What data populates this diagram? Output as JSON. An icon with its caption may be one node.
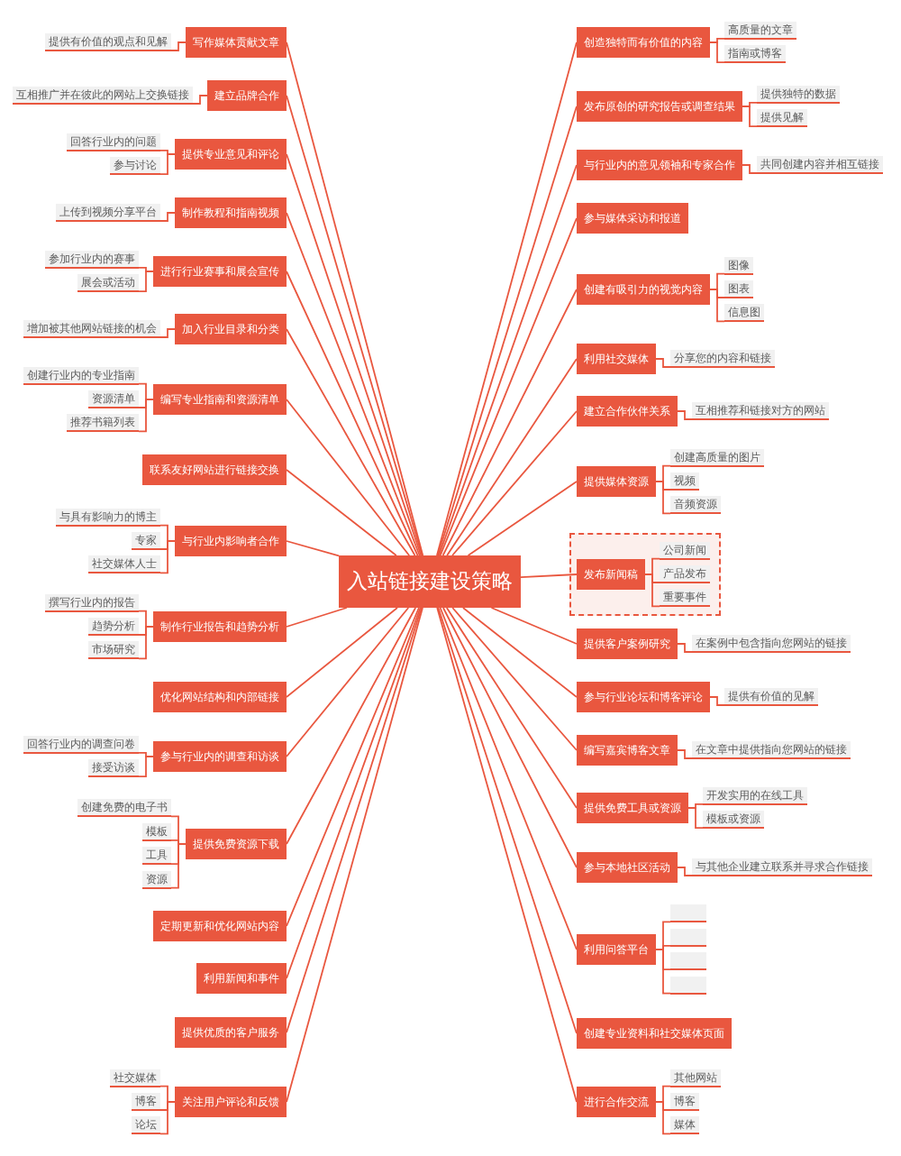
{
  "diagram": {
    "nodes": [
      {
        "text": [
          "入站链接建设策略"
        ]
      },
      {
        "text": [
          "写作媒体贡献文章"
        ]
      },
      {
        "text": [
          "提供有价值的观点和见解"
        ]
      },
      {
        "text": [
          "建立品牌合作"
        ]
      },
      {
        "text": [
          "互相推广并在彼此的网站上交换链接"
        ]
      },
      {
        "text": [
          "提供专业意见和评论"
        ]
      },
      {
        "text": [
          "回答行业内的问题"
        ]
      },
      {
        "text": [
          "参与讨论"
        ]
      },
      {
        "text": [
          "制作教程和指南视频"
        ]
      },
      {
        "text": [
          "上传到视频分享平台"
        ]
      },
      {
        "text": [
          "进行行业赛事和展会宣传"
        ]
      },
      {
        "text": [
          "参加行业内的赛事"
        ]
      },
      {
        "text": [
          "展会或活动"
        ]
      },
      {
        "text": [
          "加入行业目录和分类"
        ]
      },
      {
        "text": [
          "增加被其他网站链接的机会"
        ]
      },
      {
        "text": [
          "编写专业指南和资源清单"
        ]
      },
      {
        "text": [
          "创建行业内的专业指南"
        ]
      },
      {
        "text": [
          "资源清单"
        ]
      },
      {
        "text": [
          "推荐书籍列表"
        ]
      },
      {
        "text": [
          "联系友好网站进行链接交换"
        ]
      },
      {
        "text": [
          "与行业内影响者合作"
        ]
      },
      {
        "text": [
          "与具有影响力的博主"
        ]
      },
      {
        "text": [
          "专家"
        ]
      },
      {
        "text": [
          "社交媒体人士"
        ]
      },
      {
        "text": [
          "制作行业报告和趋势分析"
        ]
      },
      {
        "text": [
          "撰写行业内的报告"
        ]
      },
      {
        "text": [
          "趋势分析"
        ]
      },
      {
        "text": [
          "市场研究"
        ]
      },
      {
        "text": [
          "优化网站结构和内部链接"
        ]
      },
      {
        "text": [
          "参与行业内的调查和访谈"
        ]
      },
      {
        "text": [
          "回答行业内的调查问卷"
        ]
      },
      {
        "text": [
          "接受访谈"
        ]
      },
      {
        "text": [
          "提供免费资源下载"
        ]
      },
      {
        "text": [
          "创建免费的电子书"
        ]
      },
      {
        "text": [
          "模板"
        ]
      },
      {
        "text": [
          "工具"
        ]
      },
      {
        "text": [
          "资源"
        ]
      },
      {
        "text": [
          "定期更新和优化网站内容"
        ]
      },
      {
        "text": [
          "利用新闻和事件"
        ]
      },
      {
        "text": [
          "提供优质的客户服务"
        ]
      },
      {
        "text": [
          "关注用户评论和反馈"
        ]
      },
      {
        "text": [
          "社交媒体"
        ]
      },
      {
        "text": [
          "博客"
        ]
      },
      {
        "text": [
          "论坛"
        ]
      },
      {
        "text": [
          "创造独特而有价值的内容"
        ]
      },
      {
        "text": [
          "高质量的文章"
        ]
      },
      {
        "text": [
          "指南或博客"
        ]
      },
      {
        "text": [
          "发布原创的研究报告或调查结果"
        ]
      },
      {
        "text": [
          "提供独特的数据"
        ]
      },
      {
        "text": [
          "提供见解"
        ]
      },
      {
        "text": [
          "与行业内的意见领袖和专家合作"
        ]
      },
      {
        "text": [
          "共同创建内容并相互链接"
        ]
      },
      {
        "text": [
          "参与媒体采访和报道"
        ]
      },
      {
        "text": [
          "创建有吸引力的视觉内容"
        ]
      },
      {
        "text": [
          "图像"
        ]
      },
      {
        "text": [
          "图表"
        ]
      },
      {
        "text": [
          "信息图"
        ]
      },
      {
        "text": [
          "利用社交媒体"
        ]
      },
      {
        "text": [
          "分享您的内容和链接"
        ]
      },
      {
        "text": [
          "建立合作伙伴关系"
        ]
      },
      {
        "text": [
          "互相推荐和链接对方的网站"
        ]
      },
      {
        "text": [
          "提供媒体资源"
        ]
      },
      {
        "text": [
          "创建高质量的图片"
        ]
      },
      {
        "text": [
          "视频"
        ]
      },
      {
        "text": [
          "音频资源"
        ]
      },
      {
        "text": [],
        "shape": "box"
      },
      {
        "text": [
          "发布新闻稿"
        ],
        "in": 65
      },
      {
        "text": [
          "公司新闻"
        ],
        "in": 65
      },
      {
        "text": [
          "产品发布"
        ],
        "in": 65
      },
      {
        "text": [
          "重要事件"
        ],
        "in": 65
      },
      {
        "text": [
          "提供客户案例研究"
        ]
      },
      {
        "text": [
          "在案例中包含指向您网站的链接"
        ]
      },
      {
        "text": [
          "参与行业论坛和博客评论"
        ]
      },
      {
        "text": [
          "提供有价值的见解"
        ]
      },
      {
        "text": [
          "编写嘉宾博客文章"
        ]
      },
      {
        "text": [
          "在文章中提供指向您网站的链接"
        ]
      },
      {
        "text": [
          "提供免费工具或资源"
        ]
      },
      {
        "text": [
          "开发实用的在线工具"
        ]
      },
      {
        "text": [
          "模板或资源"
        ]
      },
      {
        "text": [
          "参与本地社区活动"
        ]
      },
      {
        "text": [
          "与其他企业建立联系并寻求合作链接"
        ]
      },
      {
        "text": [
          "利用问答平台"
        ]
      },
      {
        "text": [],
        "shape": "box"
      },
      {
        "text": [],
        "shape": "box"
      },
      {
        "text": [],
        "shape": "box"
      },
      {
        "text": [],
        "shape": "box"
      },
      {
        "text": [
          "创建专业资料和社交媒体页面"
        ]
      },
      {
        "text": [
          "进行合作交流"
        ]
      },
      {
        "text": [
          "其他网站"
        ]
      },
      {
        "text": [
          "博客"
        ]
      },
      {
        "text": [
          "媒体"
        ]
      }
    ],
    "edges": [
      {
        "from": 0,
        "to": 1,
        "arrow": "none"
      },
      {
        "from": 1,
        "to": 2,
        "arrow": "none"
      },
      {
        "from": 0,
        "to": 3,
        "arrow": "none"
      },
      {
        "from": 3,
        "to": 4,
        "arrow": "none"
      },
      {
        "from": 0,
        "to": 5,
        "arrow": "none"
      },
      {
        "from": 5,
        "to": 6,
        "arrow": "none"
      },
      {
        "from": 5,
        "to": 7,
        "arrow": "none"
      },
      {
        "from": 0,
        "to": 8,
        "arrow": "none"
      },
      {
        "from": 8,
        "to": 9,
        "arrow": "none"
      },
      {
        "from": 0,
        "to": 10,
        "arrow": "none"
      },
      {
        "from": 10,
        "to": 11,
        "arrow": "none"
      },
      {
        "from": 10,
        "to": 12,
        "arrow": "none"
      },
      {
        "from": 0,
        "to": 13,
        "arrow": "none"
      },
      {
        "from": 13,
        "to": 14,
        "arrow": "none"
      },
      {
        "from": 0,
        "to": 15,
        "arrow": "none"
      },
      {
        "from": 15,
        "to": 16,
        "arrow": "none"
      },
      {
        "from": 15,
        "to": 17,
        "arrow": "none"
      },
      {
        "from": 15,
        "to": 18,
        "arrow": "none"
      },
      {
        "from": 0,
        "to": 19,
        "arrow": "none"
      },
      {
        "from": 0,
        "to": 20,
        "arrow": "none"
      },
      {
        "from": 20,
        "to": 21,
        "arrow": "none"
      },
      {
        "from": 20,
        "to": 22,
        "arrow": "none"
      },
      {
        "from": 20,
        "to": 23,
        "arrow": "none"
      },
      {
        "from": 0,
        "to": 24,
        "arrow": "none"
      },
      {
        "from": 24,
        "to": 25,
        "arrow": "none"
      },
      {
        "from": 24,
        "to": 26,
        "arrow": "none"
      },
      {
        "from": 24,
        "to": 27,
        "arrow": "none"
      },
      {
        "from": 0,
        "to": 28,
        "arrow": "none"
      },
      {
        "from": 0,
        "to": 29,
        "arrow": "none"
      },
      {
        "from": 29,
        "to": 30,
        "arrow": "none"
      },
      {
        "from": 29,
        "to": 31,
        "arrow": "none"
      },
      {
        "from": 0,
        "to": 32,
        "arrow": "none"
      },
      {
        "from": 32,
        "to": 33,
        "arrow": "none"
      },
      {
        "from": 32,
        "to": 34,
        "arrow": "none"
      },
      {
        "from": 32,
        "to": 35,
        "arrow": "none"
      },
      {
        "from": 32,
        "to": 36,
        "arrow": "none"
      },
      {
        "from": 0,
        "to": 37,
        "arrow": "none"
      },
      {
        "from": 0,
        "to": 38,
        "arrow": "none"
      },
      {
        "from": 0,
        "to": 39,
        "arrow": "none"
      },
      {
        "from": 0,
        "to": 40,
        "arrow": "none"
      },
      {
        "from": 40,
        "to": 41,
        "arrow": "none"
      },
      {
        "from": 40,
        "to": 42,
        "arrow": "none"
      },
      {
        "from": 40,
        "to": 43,
        "arrow": "none"
      },
      {
        "from": 0,
        "to": 44,
        "arrow": "none"
      },
      {
        "from": 44,
        "to": 45,
        "arrow": "none"
      },
      {
        "from": 44,
        "to": 46,
        "arrow": "none"
      },
      {
        "from": 0,
        "to": 47,
        "arrow": "none"
      },
      {
        "from": 47,
        "to": 48,
        "arrow": "none"
      },
      {
        "from": 47,
        "to": 49,
        "arrow": "none"
      },
      {
        "from": 0,
        "to": 50,
        "arrow": "none"
      },
      {
        "from": 50,
        "to": 51,
        "arrow": "none"
      },
      {
        "from": 0,
        "to": 52,
        "arrow": "none"
      },
      {
        "from": 0,
        "to": 53,
        "arrow": "none"
      },
      {
        "from": 53,
        "to": 54,
        "arrow": "none"
      },
      {
        "from": 53,
        "to": 55,
        "arrow": "none"
      },
      {
        "from": 53,
        "to": 56,
        "arrow": "none"
      },
      {
        "from": 0,
        "to": 57,
        "arrow": "none"
      },
      {
        "from": 57,
        "to": 58,
        "arrow": "none"
      },
      {
        "from": 0,
        "to": 59,
        "arrow": "none"
      },
      {
        "from": 59,
        "to": 60,
        "arrow": "none"
      },
      {
        "from": 0,
        "to": 61,
        "arrow": "none"
      },
      {
        "from": 61,
        "to": 62,
        "arrow": "none"
      },
      {
        "from": 61,
        "to": 63,
        "arrow": "none"
      },
      {
        "from": 61,
        "to": 64,
        "arrow": "none"
      },
      {
        "from": 0,
        "to": 66,
        "arrow": "none"
      },
      {
        "from": 66,
        "to": 67,
        "arrow": "none"
      },
      {
        "from": 66,
        "to": 68,
        "arrow": "none"
      },
      {
        "from": 66,
        "to": 69,
        "arrow": "none"
      },
      {
        "from": 0,
        "to": 70,
        "arrow": "none"
      },
      {
        "from": 70,
        "to": 71,
        "arrow": "none"
      },
      {
        "from": 0,
        "to": 72,
        "arrow": "none"
      },
      {
        "from": 72,
        "to": 73,
        "arrow": "none"
      },
      {
        "from": 0,
        "to": 74,
        "arrow": "none"
      },
      {
        "from": 74,
        "to": 75,
        "arrow": "none"
      },
      {
        "from": 0,
        "to": 76,
        "arrow": "none"
      },
      {
        "from": 76,
        "to": 77,
        "arrow": "none"
      },
      {
        "from": 76,
        "to": 78,
        "arrow": "none"
      },
      {
        "from": 0,
        "to": 79,
        "arrow": "none"
      },
      {
        "from": 79,
        "to": 80,
        "arrow": "none"
      },
      {
        "from": 0,
        "to": 81,
        "arrow": "none"
      },
      {
        "from": 81,
        "to": 82,
        "arrow": "none"
      },
      {
        "from": 81,
        "to": 83,
        "arrow": "none"
      },
      {
        "from": 81,
        "to": 84,
        "arrow": "none"
      },
      {
        "from": 81,
        "to": 85,
        "arrow": "none"
      },
      {
        "from": 0,
        "to": 86,
        "arrow": "none"
      },
      {
        "from": 0,
        "to": 87,
        "arrow": "none"
      },
      {
        "from": 87,
        "to": 88,
        "arrow": "none"
      },
      {
        "from": 87,
        "to": 89,
        "arrow": "none"
      },
      {
        "from": 87,
        "to": 90,
        "arrow": "none"
      }
    ]
  }
}
